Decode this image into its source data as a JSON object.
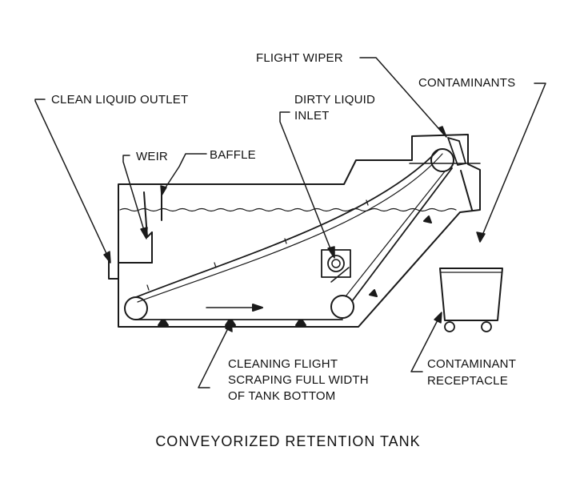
{
  "labels": {
    "flight_wiper": "FLIGHT WIPER",
    "contaminants": "CONTAMINANTS",
    "clean_liquid_outlet": "CLEAN LIQUID OUTLET",
    "dirty_liquid_inlet_line1": "DIRTY LIQUID",
    "dirty_liquid_inlet_line2": "INLET",
    "weir": "WEIR",
    "baffle": "BAFFLE",
    "cleaning_flight_line1": "CLEANING FLIGHT",
    "cleaning_flight_line2": "SCRAPING FULL WIDTH",
    "cleaning_flight_line3": "OF TANK BOTTOM",
    "contaminant_receptacle_line1": "CONTAMINANT",
    "contaminant_receptacle_line2": "RECEPTACLE"
  },
  "title": "CONVEYORIZED RETENTION TANK"
}
